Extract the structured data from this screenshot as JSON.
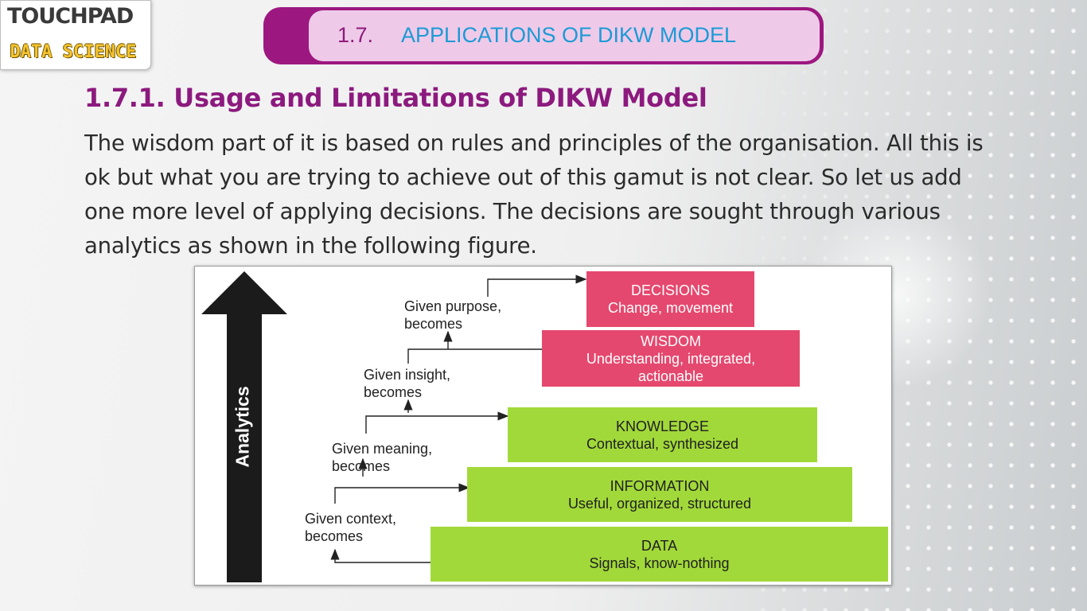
{
  "logo": {
    "line1": "TOUCHPAD",
    "line2": "DATA SCIENCE"
  },
  "header": {
    "number": "1.7.",
    "title": "APPLICATIONS OF DIKW MODEL"
  },
  "section": {
    "title": "1.7.1. Usage and Limitations of DIKW Model",
    "lines": [
      "The wisdom part of it is based on rules and principles of the organisation. All this is",
      "ok but what you are trying to achieve out of this gamut is not clear. So let us add",
      "one more level of applying decisions. The decisions are sought through various",
      "analytics as shown in the following figure."
    ]
  },
  "figure": {
    "arrow_label": "Analytics",
    "levels": [
      {
        "name": "DECISIONS",
        "desc": "Change, movement"
      },
      {
        "name": "WISDOM",
        "desc": "Understanding, integrated,",
        "desc2": "actionable"
      },
      {
        "name": "KNOWLEDGE",
        "desc": "Contextual, synthesized"
      },
      {
        "name": "INFORMATION",
        "desc": "Useful, organized, structured"
      },
      {
        "name": "DATA",
        "desc": "Signals, know-nothing"
      }
    ],
    "transitions": [
      {
        "line1": "Given purpose,",
        "line2": "becomes"
      },
      {
        "line1": "Given insight,",
        "line2": "becomes"
      },
      {
        "line1": "Given meaning,",
        "line2": "becomes"
      },
      {
        "line1": "Given context,",
        "line2": "becomes"
      }
    ],
    "colors": {
      "top": "#e5486e",
      "bottom": "#a2d93a",
      "arrow": "#1b1b1b"
    }
  },
  "colors": {
    "banner": "#9c1880",
    "banner_inner": "#eecae8",
    "title": "#8c1a7e",
    "header_text": "#1c9ad6"
  }
}
